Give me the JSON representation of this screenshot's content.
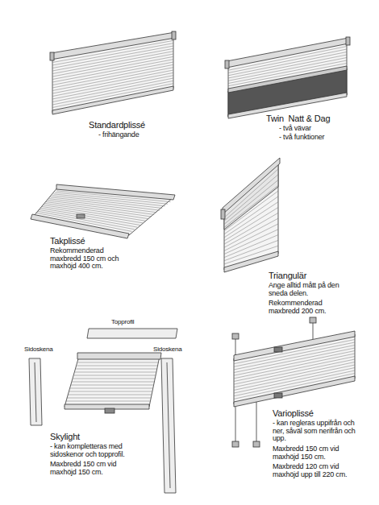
{
  "diagram": {
    "labels": [
      "Standardplissé",
      "- frihängande",
      "Twin  Natt & Dag",
      "- två vävar",
      "- två funktioner",
      "Takplissé",
      "Rekommenderad maxbredd 150 cm och maxhöjd 400 cm.",
      "Triangulär",
      "Ange alltid mått på den sneda delen.",
      "Rekommenderad maxbredd 200 cm.",
      "Topprofil",
      "Sidoskena",
      "Sidoskena",
      "Skylight",
      "- kan kompletteras med sidoskenor och topprofil.",
      "Maxbredd 150 cm vid maxhöjd 150 cm.",
      "Varioplissé",
      "- kan regleras uppifrån och ner, såväl som nerifrån och upp.",
      "Maxbredd 150 cm vid maxhöjd 150 cm.",
      "Maxbredd 120 cm vid maxhöjd upp till 220 cm."
    ]
  }
}
